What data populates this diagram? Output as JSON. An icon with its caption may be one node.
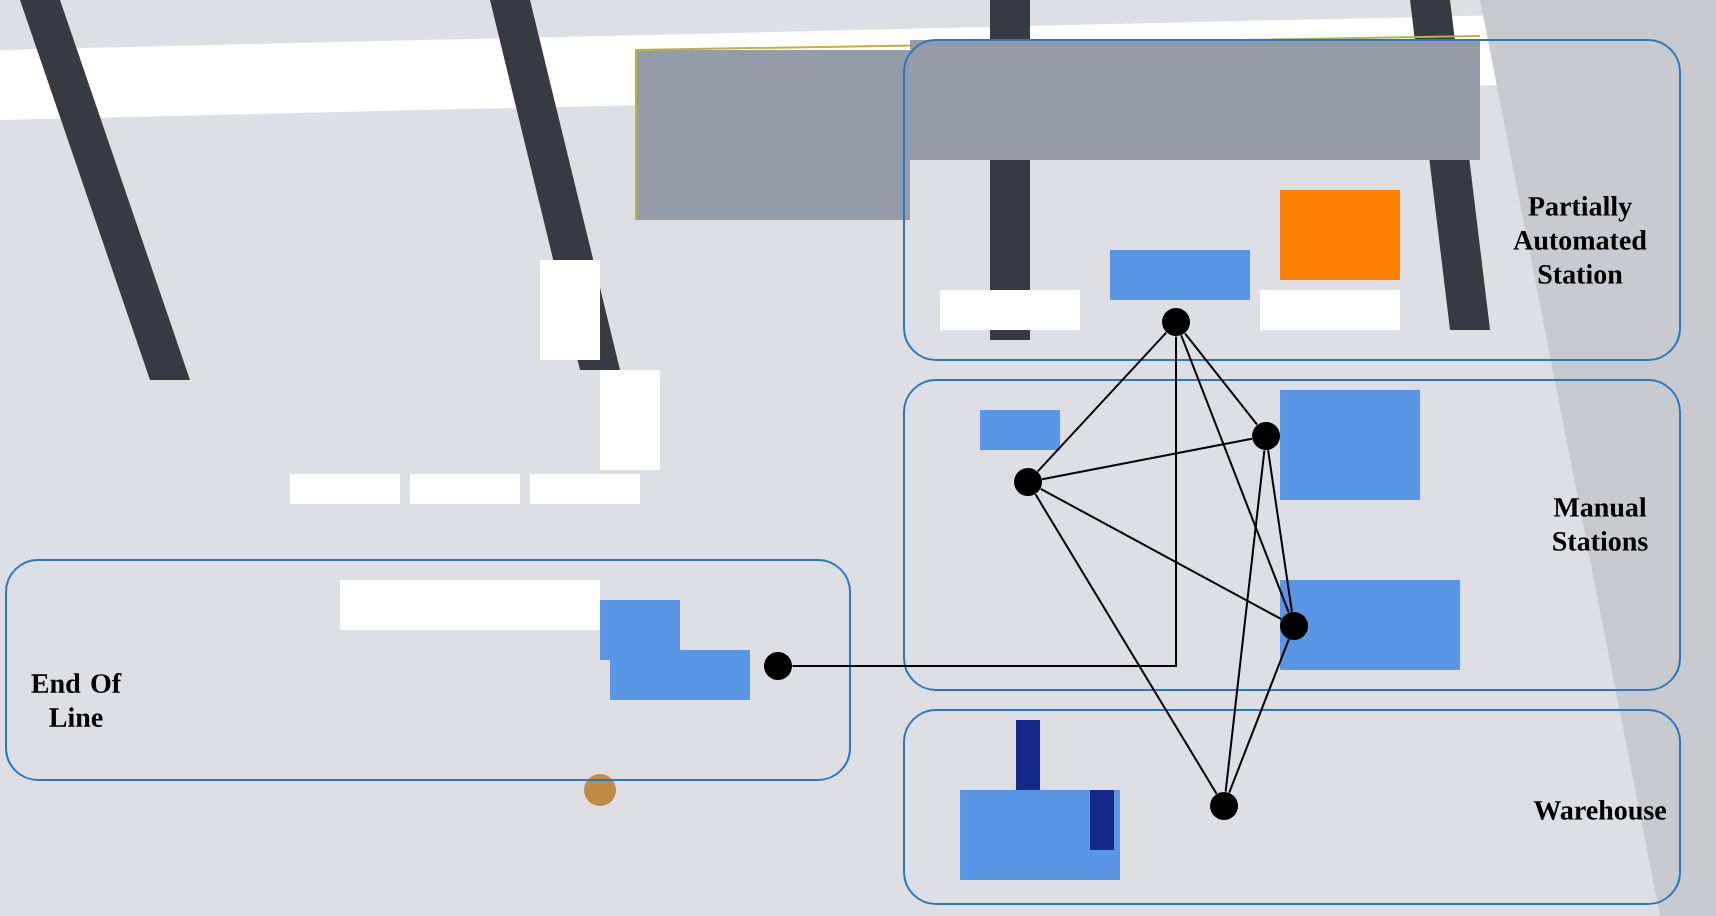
{
  "diagram": {
    "nodes": [
      {
        "text": [
          "Partially Automated Station"
        ]
      },
      {
        "text": [
          "Manual Stations"
        ]
      },
      {
        "text": [
          "End Of Line"
        ]
      },
      {
        "text": [
          "Warehouse"
        ]
      },
      {
        "text": [],
        "shape": "circle",
        "in": 0
      },
      {
        "text": [],
        "shape": "circle",
        "in": 1
      },
      {
        "text": [],
        "shape": "circle",
        "in": 1
      },
      {
        "text": [],
        "shape": "circle",
        "in": 1
      },
      {
        "text": [],
        "shape": "circle",
        "in": 2
      },
      {
        "text": [],
        "shape": "circle",
        "in": 3
      }
    ],
    "edges": [
      {
        "from": 4,
        "to": 5,
        "arrow": "none"
      },
      {
        "from": 4,
        "to": 6,
        "arrow": "none"
      },
      {
        "from": 4,
        "to": 7,
        "arrow": "none"
      },
      {
        "from": 4,
        "to": 8,
        "arrow": "none"
      },
      {
        "from": 6,
        "to": 5,
        "arrow": "none"
      },
      {
        "from": 6,
        "to": 7,
        "arrow": "none"
      },
      {
        "from": 6,
        "to": 9,
        "arrow": "none"
      },
      {
        "from": 5,
        "to": 7,
        "arrow": "none"
      },
      {
        "from": 5,
        "to": 9,
        "arrow": "none"
      },
      {
        "from": 7,
        "to": 9,
        "arrow": "none"
      }
    ]
  }
}
